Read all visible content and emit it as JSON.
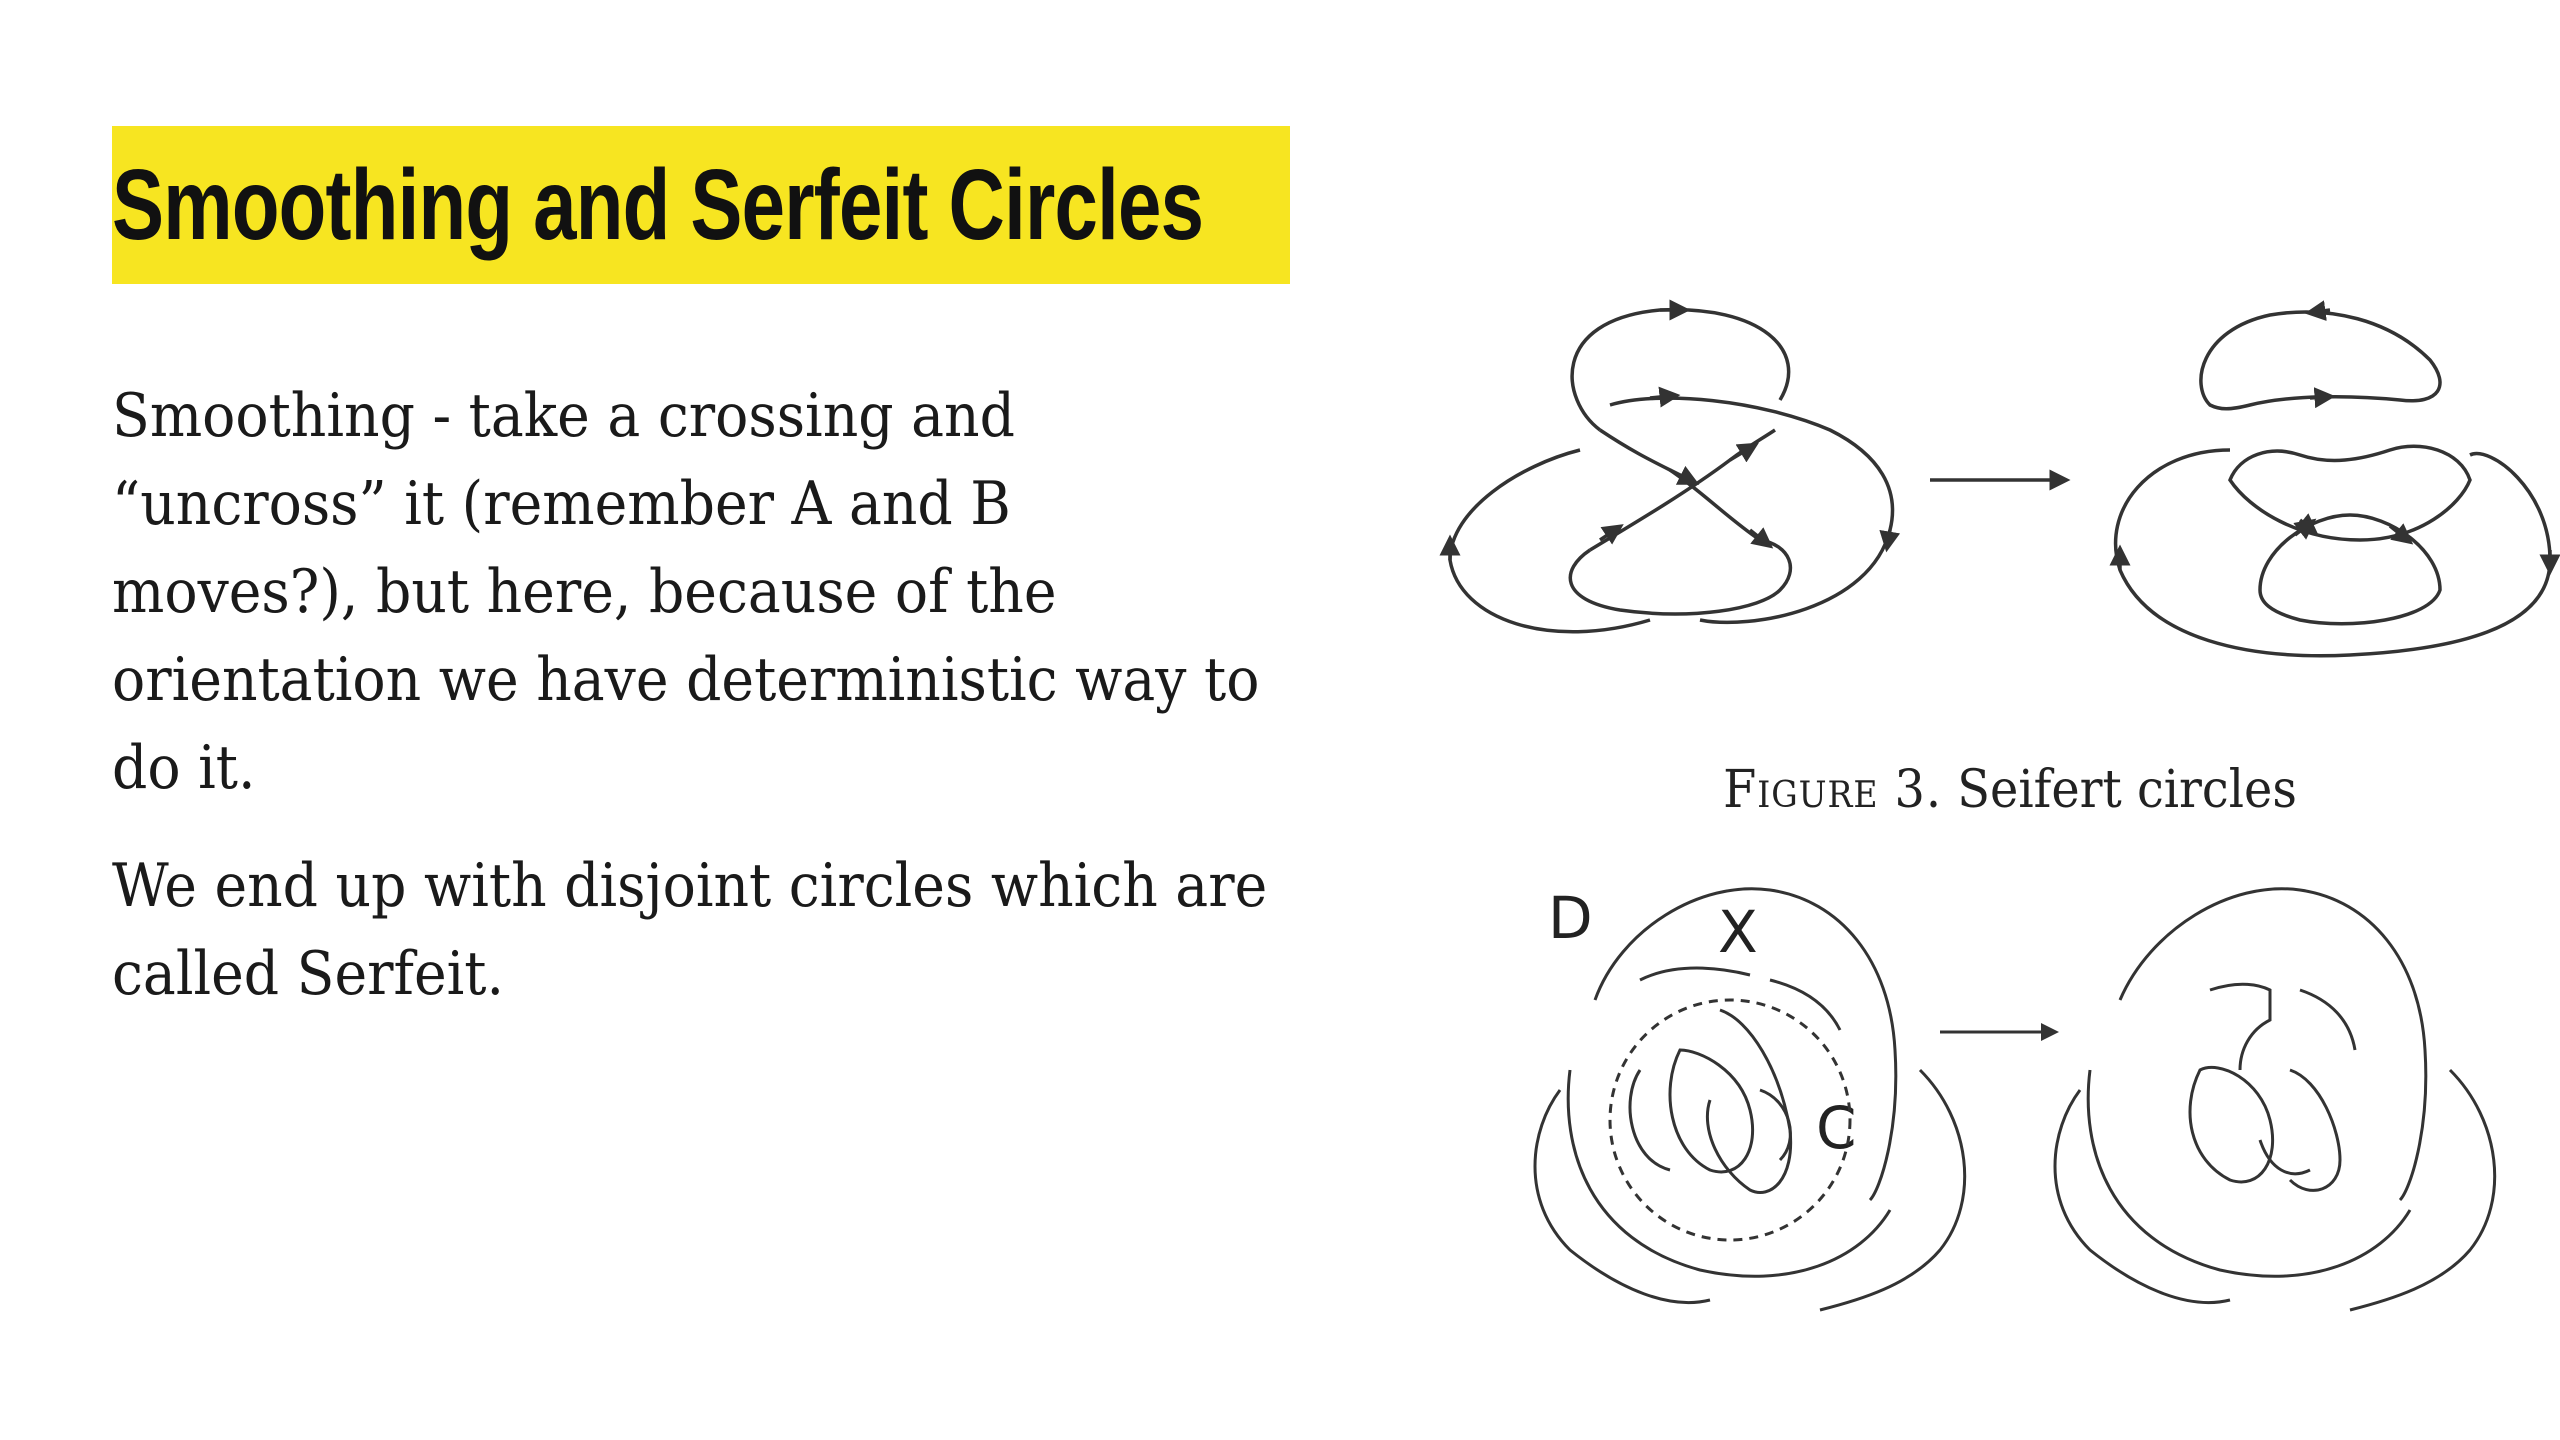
{
  "title": "Smoothing and Serfeit Circles",
  "paragraphs": [
    "Smoothing - take a crossing and “uncross” it (remember A and B moves?), but here, because of the orientation we have deterministic way to do it.",
    "We end up with disjoint circles which are called Serfeit."
  ],
  "figure_top": {
    "caption_label": "Figure 3.",
    "caption_text": "Seifert circles"
  },
  "figure_bottom": {
    "labels": {
      "d": "D",
      "x": "X",
      "c": "C"
    }
  },
  "colors": {
    "highlight": "#f7e521",
    "text": "#1a1a1a",
    "line": "#333333"
  }
}
